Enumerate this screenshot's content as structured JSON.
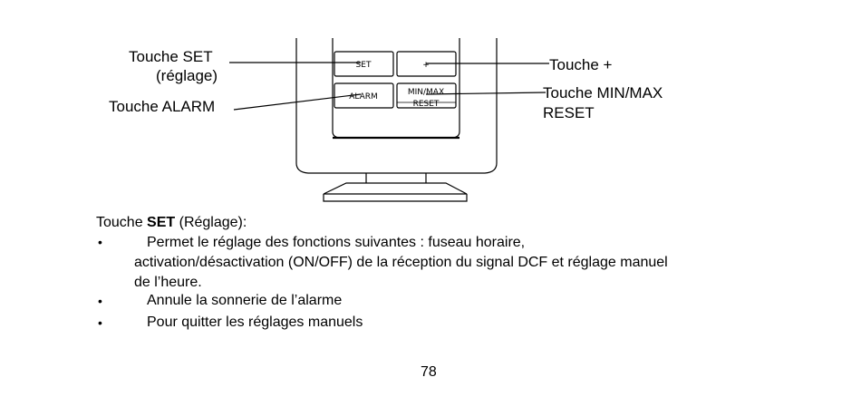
{
  "figure": {
    "callouts": {
      "set_line1": "Touche SET",
      "set_line2": "(réglage)",
      "alarm": "Touche ALARM",
      "plus": "Touche +",
      "minmax_line1": "Touche MIN/MAX",
      "minmax_line2": "RESET"
    },
    "buttons": {
      "set": "SET",
      "plus": "+",
      "alarm": "ALARM",
      "minmax_line1": "MIN/MAX",
      "minmax_line2": "RESET"
    }
  },
  "section": {
    "heading_prefix": "Touche ",
    "heading_bold": "SET",
    "heading_suffix": " (Réglage):",
    "bullet_symbol": "•",
    "bullets": [
      {
        "line1": "Permet le réglage des fonctions suivantes : fuseau horaire,",
        "line2": "activation/désactivation (ON/OFF) de la réception du signal DCF et réglage manuel",
        "line3": "de l’heure."
      },
      {
        "line1": "Annule la sonnerie de l’alarme"
      },
      {
        "line1": "Pour quitter les réglages manuels"
      }
    ]
  },
  "page_number": "78"
}
